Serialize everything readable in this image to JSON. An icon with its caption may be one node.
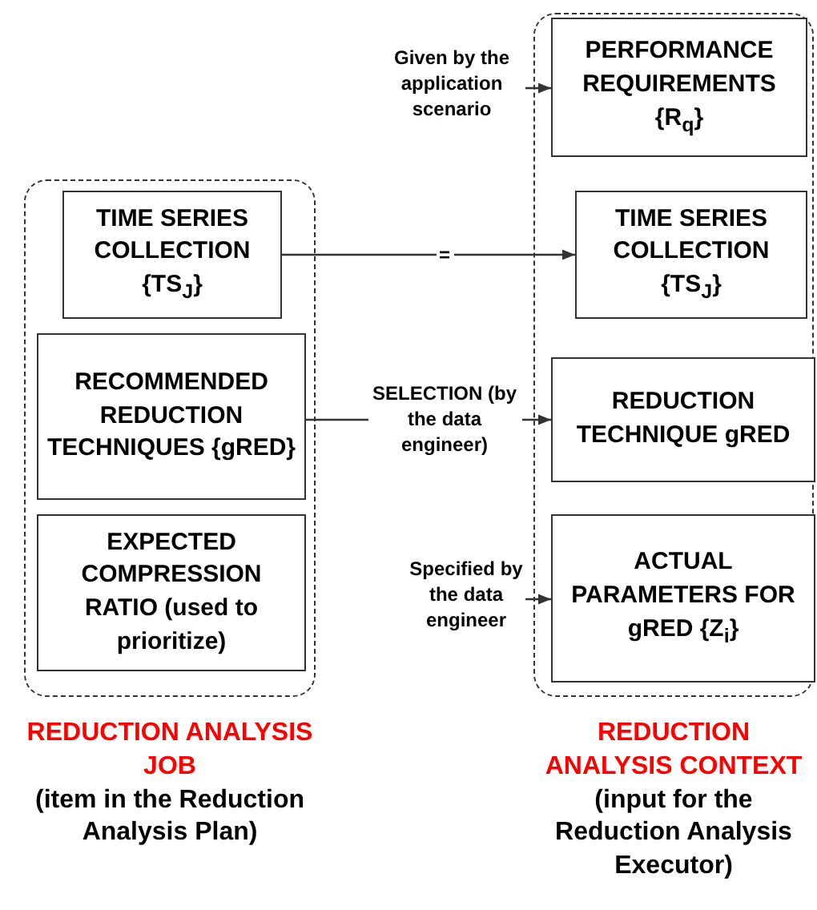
{
  "diagram": {
    "nodes": [
      {
        "text": [
          "REDUCTION ANALYSIS JOB",
          "(item in the Reduction Analysis Plan)"
        ]
      },
      {
        "text": [
          "TIME SERIES COLLECTION {TS$_{J}$}"
        ],
        "in": 0
      },
      {
        "text": [
          "RECOMMENDED REDUCTION TECHNIQUES {gRED}"
        ],
        "in": 0
      },
      {
        "text": [
          "EXPECTED COMPRESSION RATIO (used to prioritize)"
        ],
        "in": 0
      },
      {
        "text": [
          "REDUCTION ANALYSIS CONTEXT",
          "(input for the Reduction Analysis Executor)"
        ]
      },
      {
        "text": [
          "PERFORMANCE REQUIREMENTS {R$_{q}$}"
        ],
        "in": 4
      },
      {
        "text": [
          "TIME SERIES COLLECTION {TS$_{J}$}"
        ],
        "in": 4
      },
      {
        "text": [
          "REDUCTION TECHNIQUE gRED"
        ],
        "in": 4
      },
      {
        "text": [
          "ACTUAL PARAMETERS FOR gRED {Z$_{i}$}"
        ],
        "in": 4
      },
      {
        "text": [
          "Given by the application scenario"
        ]
      },
      {
        "text": [
          "Specified by the data engineer"
        ]
      }
    ],
    "edges": [
      {
        "from": 1,
        "to": 6,
        "arrow": "to",
        "label": "="
      },
      {
        "from": 2,
        "to": 7,
        "arrow": "to",
        "label": "SELECTION (by the data engineer)"
      },
      {
        "from": 9,
        "to": 5,
        "arrow": "to"
      },
      {
        "from": 10,
        "to": 8,
        "arrow": "to"
      }
    ]
  }
}
